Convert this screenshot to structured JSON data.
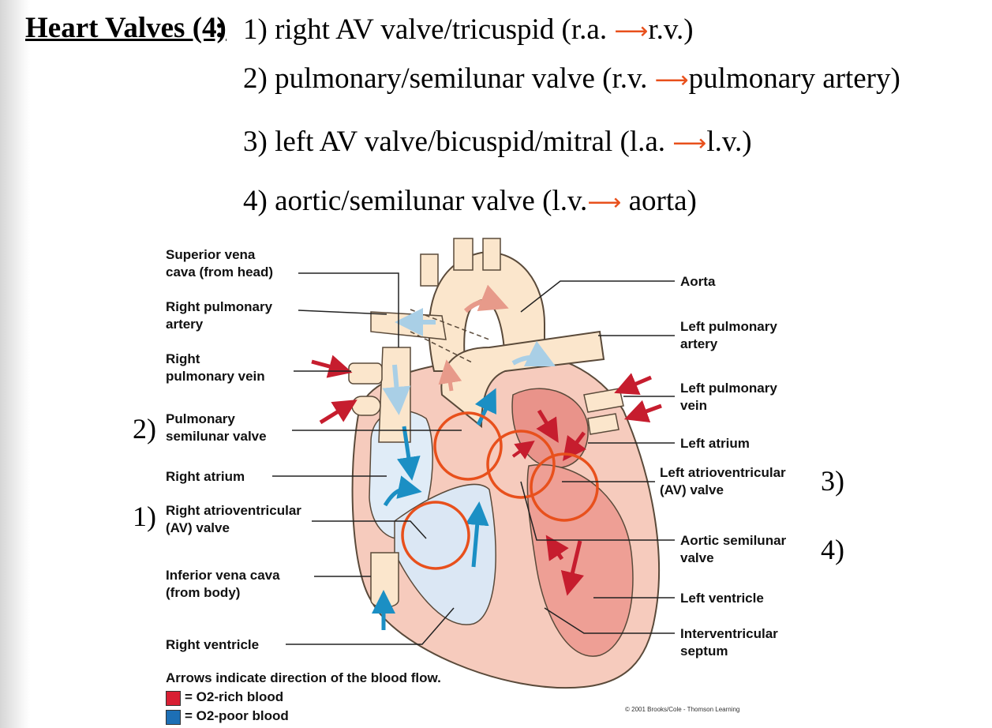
{
  "heading": {
    "title": "Heart Valves (4)",
    "colon": ":"
  },
  "valves": [
    {
      "prefix": "1) right AV valve/tricuspid (r.a. ",
      "suffix": "r.v.)"
    },
    {
      "prefix": "2) pulmonary/semilunar valve (r.v. ",
      "suffix": "pulmonary artery)"
    },
    {
      "prefix": "3) left AV valve/bicuspid/mitral (l.a. ",
      "suffix": "l.v.)"
    },
    {
      "prefix": "4) aortic/semilunar valve (l.v.",
      "suffix": " aorta)"
    }
  ],
  "arrow_symbol": "⟶",
  "colors": {
    "accent_arrow": "#e8501c",
    "highlight_circle": "#e8501c",
    "o2_rich": "#d81f33",
    "o2_poor": "#1d6fb5",
    "heart_outline": "#5a4a3a",
    "right_side_fill": "#dbe7f4",
    "left_side_fill": "#f0b3a8",
    "vessel_fill": "#fbe6cc"
  },
  "labels": {
    "superior_vena_cava": "Superior vena\ncava (from head)",
    "right_pulmonary_artery": "Right pulmonary\nartery",
    "right_pulmonary_vein": "Right\npulmonary vein",
    "pulmonary_semilunar_valve": "Pulmonary\nsemilunar valve",
    "right_atrium": "Right atrium",
    "right_av_valve": "Right atrioventricular\n(AV) valve",
    "inferior_vena_cava": "Inferior vena cava\n(from body)",
    "right_ventricle": "Right ventricle",
    "aorta": "Aorta",
    "left_pulmonary_artery": "Left pulmonary\nartery",
    "left_pulmonary_vein": "Left pulmonary\nvein",
    "left_atrium": "Left atrium",
    "left_av_valve": "Left atrioventricular\n(AV) valve",
    "aortic_semilunar_valve": "Aortic semilunar\nvalve",
    "left_ventricle": "Left ventricle",
    "interventricular_septum": "Interventricular\nseptum"
  },
  "numbers": {
    "n1": "1)",
    "n2": "2)",
    "n3": "3)",
    "n4": "4)"
  },
  "legend": {
    "caption": "Arrows indicate direction of the blood flow.",
    "rich": "= O2-rich blood",
    "poor": "= O2-poor blood"
  },
  "credit": "© 2001 Brooks/Cole - Thomson Learning"
}
